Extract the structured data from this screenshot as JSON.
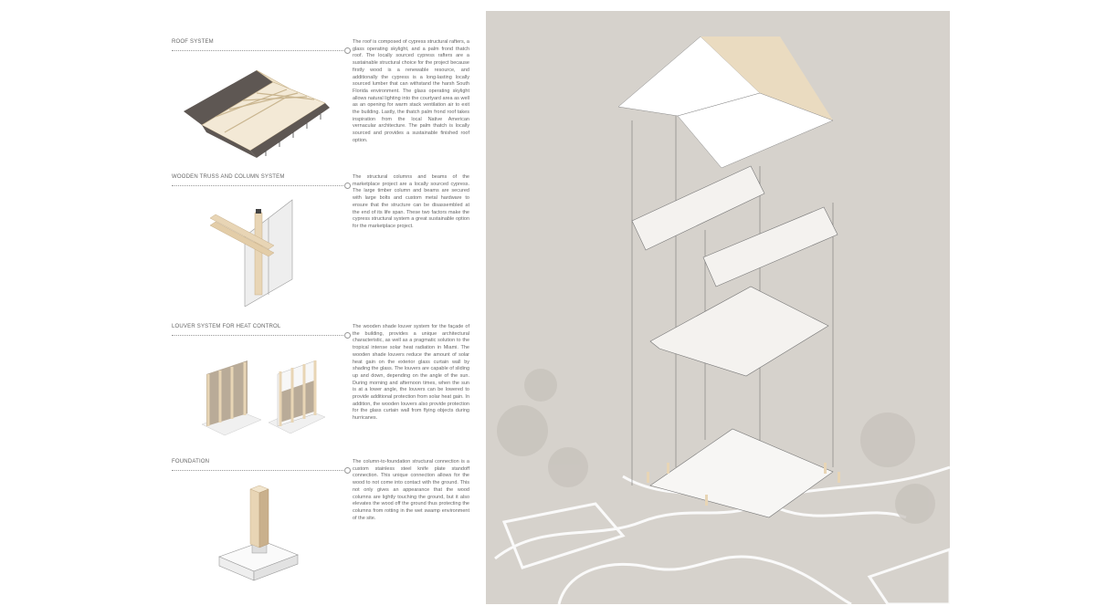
{
  "sections": [
    {
      "title": "ROOF SYSTEM",
      "text": "The roof is composed of cypress structural rafters, a glass operating skylight, and a palm frond thatch roof. The locally sourced cypress rafters are a sustainable structural choice for the project because firstly wood is a renewable resource, and additionally the cypress is a long-lasting locally sourced lumber that can withstand the harsh South Florida environment. The glass operating skylight allows natural lighting into the courtyard area as well as an opening for warm stack ventilation air to exit the building. Lastly, the thatch palm frond roof takes inspiration from the local Native American vernacular architecture. The palm thatch is locally sourced and provides a sustainable finished roof option."
    },
    {
      "title": "WOODEN TRUSS AND COLUMN SYSTEM",
      "text": "The structural columns and beams of the marketplace project are a locally sourced cypress. The large timber column and beams are secured with large bolts and custom metal hardware to ensure that the structure can be disassembled at the end of its life span. These two factors make the cypress structural system a great sustainable option for the marketplace project."
    },
    {
      "title": "LOUVER SYSTEM FOR HEAT CONTROL",
      "text": "The wooden shade louver system for the façade of the building, provides a unique architectural characteristic, as well as a pragmatic solution to the tropical intense solar heat radiation in Miami. The wooden shade louvers reduce the amount of solar heat gain on the exterior glass curtain wall by shading the glass. The louvers are capable of sliding up and down, depending on the angle of the sun. During morning and afternoon times, when the sun is at a lower angle, the louvers can be lowered to provide additional protection from solar heat gain. In addition, the wooden louvers also provide protection for the glass curtain wall from flying objects during hurricanes."
    },
    {
      "title": "FOUNDATION",
      "text": "The column-to-foundation structural connection is a custom stainless steel knife plate standoff connection. This unique connection allows for the wood to not come into contact with the ground. This not only gives an appearance that the wood columns are lightly touching the ground, but it also elevates the wood off the ground thus protecting the columns from rotting in the wet swamp environment of the site."
    }
  ],
  "colors": {
    "panel": "#d6d2cc",
    "wood": "#e8d5b5",
    "thatch": "#5e5753"
  }
}
